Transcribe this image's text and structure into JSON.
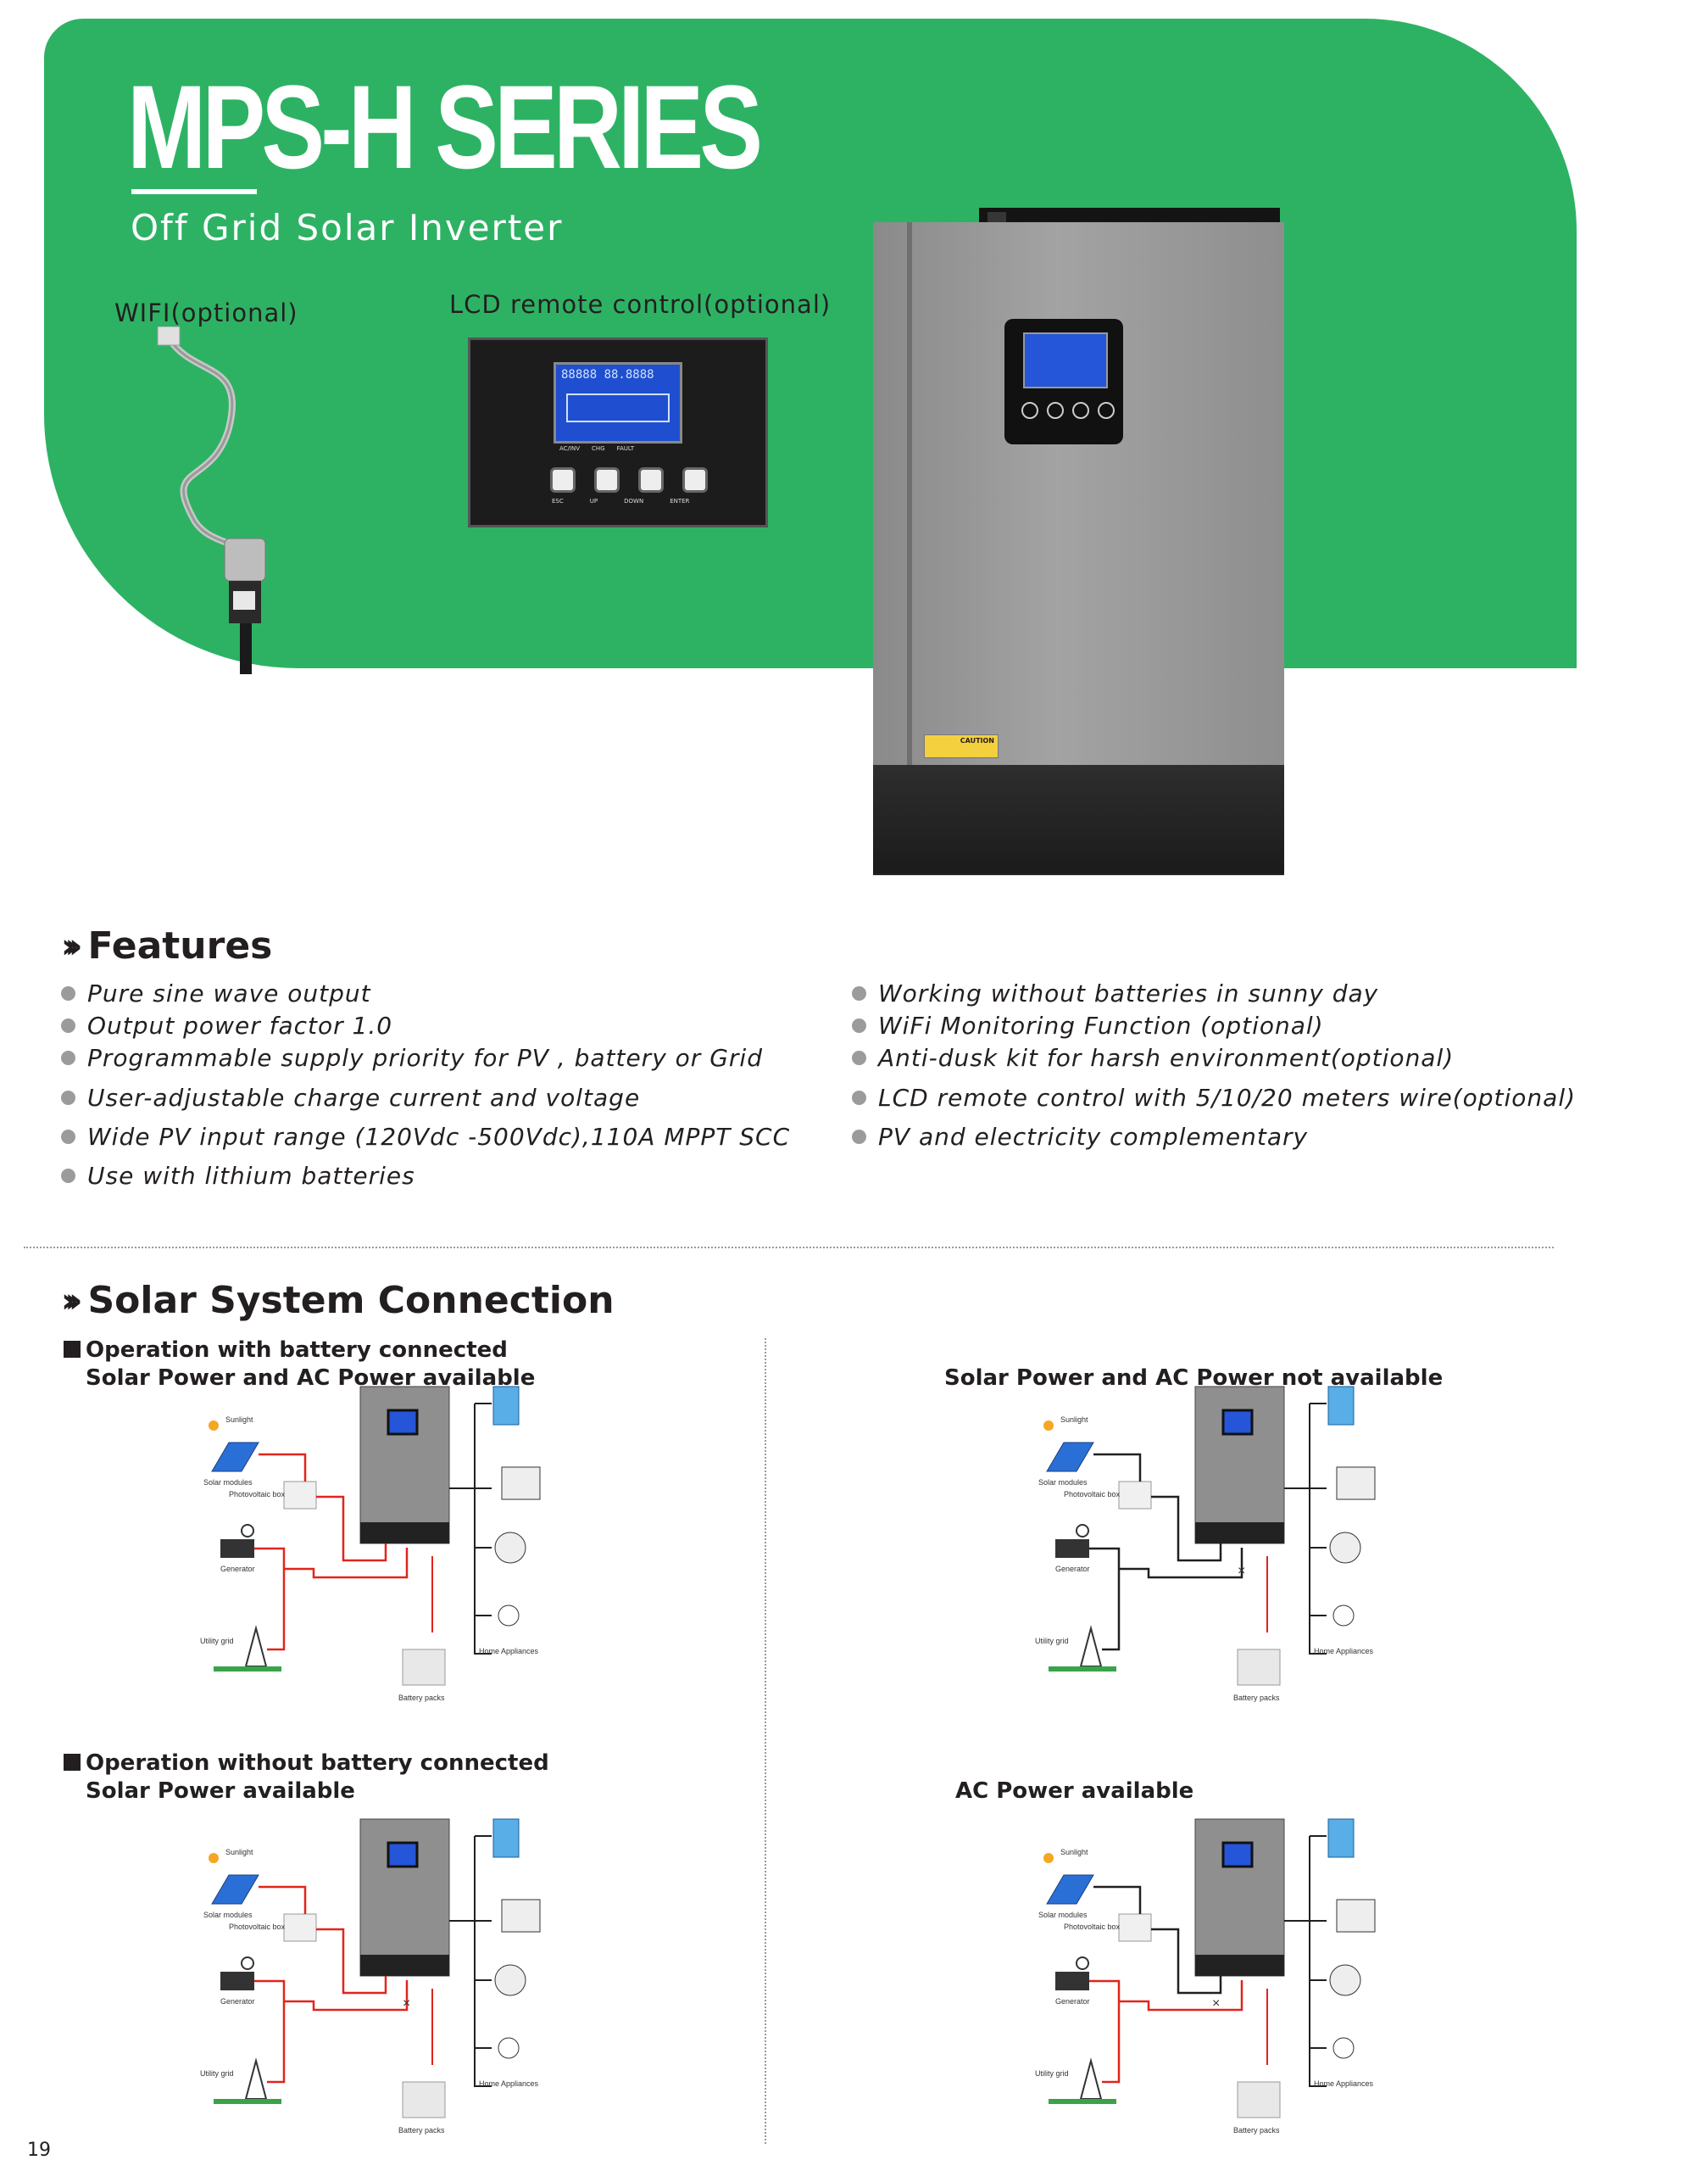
{
  "header": {
    "title": "MPS-H SERIES",
    "subtitle": "Off Grid Solar Inverter",
    "wifi_label": "WIFI(optional)",
    "lcd_label": "LCD remote control(optional)",
    "caution_text": "CAUTION",
    "lcd_panel": {
      "indicators": [
        "AC/INV",
        "CHG",
        "FAULT"
      ],
      "buttons": [
        "ESC",
        "UP",
        "DOWN",
        "ENTER"
      ]
    }
  },
  "features": {
    "heading": "Features",
    "left": [
      "Pure sine wave output",
      "Output power factor 1.0",
      "Programmable supply priority for PV , battery or Grid",
      "User-adjustable charge current and voltage",
      "Wide PV input range (120Vdc -500Vdc),110A MPPT SCC",
      "Use with lithium batteries"
    ],
    "right": [
      "Working without batteries in sunny day",
      "WiFi Monitoring Function (optional)",
      "Anti-dusk kit for harsh environment(optional)",
      "LCD remote control with 5/10/20 meters wire(optional)",
      "PV and electricity complementary"
    ]
  },
  "connection": {
    "heading": "Solar System Connection",
    "op_with_battery": "Operation with battery connected",
    "op_without_battery": "Operation without battery connected",
    "diagrams": [
      {
        "title": "Solar Power and AC Power available"
      },
      {
        "title": "Solar Power and AC Power not available"
      },
      {
        "title": "Solar Power available"
      },
      {
        "title": "AC Power available"
      }
    ],
    "labels": {
      "sunlight": "Sunlight",
      "solar_modules": "Solar modules",
      "pv_box": "Photovoltaic box",
      "generator": "Generator",
      "utility_grid": "Utility grid",
      "battery": "Battery packs",
      "home": "Home Appliances"
    }
  },
  "page_number": "19",
  "colors": {
    "green": "#2db264",
    "red": "#e1251b",
    "dark": "#231f20"
  }
}
